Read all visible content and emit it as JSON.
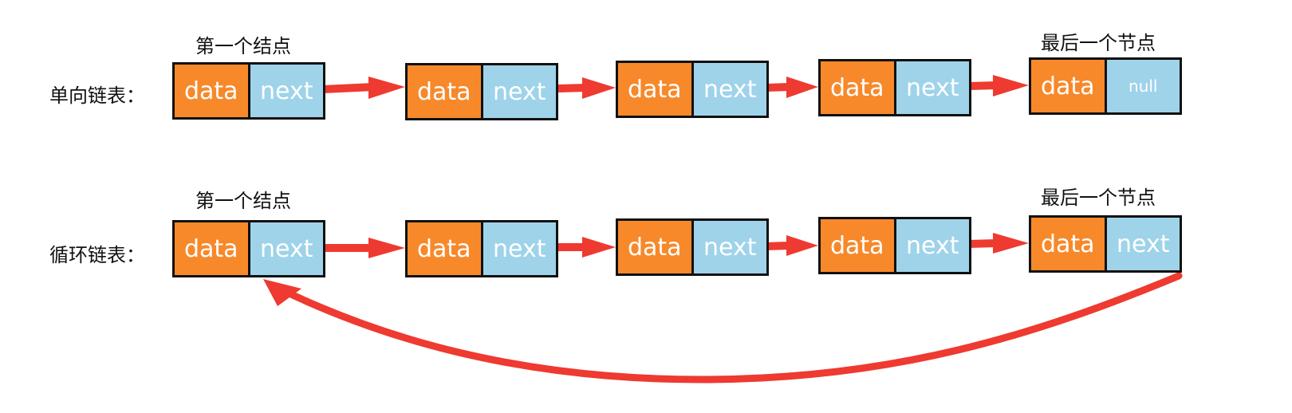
{
  "colors": {
    "data_cell": "#f7892b",
    "next_cell": "#9ed3ea",
    "border": "#111111",
    "arrow": "#ee3a30"
  },
  "singly": {
    "label": "单向链表：",
    "first_caption": "第一个结点",
    "last_caption": "最后一个节点",
    "nodes": [
      {
        "data": "data",
        "next": "next"
      },
      {
        "data": "data",
        "next": "next"
      },
      {
        "data": "data",
        "next": "next"
      },
      {
        "data": "data",
        "next": "next"
      },
      {
        "data": "data",
        "next": "null"
      }
    ]
  },
  "circular": {
    "label": "循环链表：",
    "first_caption": "第一个结点",
    "last_caption": "最后一个节点",
    "nodes": [
      {
        "data": "data",
        "next": "next"
      },
      {
        "data": "data",
        "next": "next"
      },
      {
        "data": "data",
        "next": "next"
      },
      {
        "data": "data",
        "next": "next"
      },
      {
        "data": "data",
        "next": "next"
      }
    ]
  }
}
